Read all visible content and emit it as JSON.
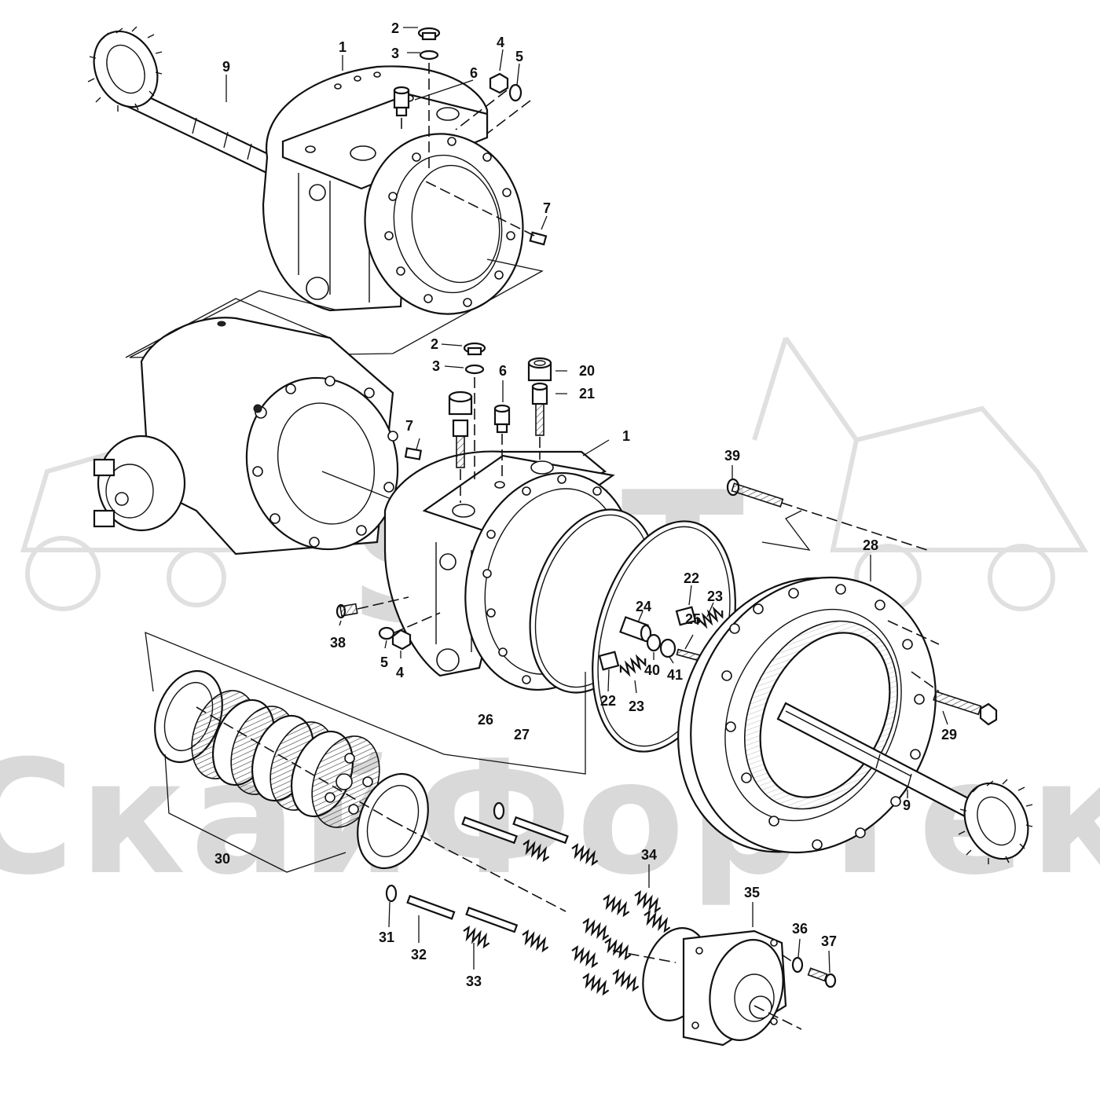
{
  "watermark": {
    "brand_top": "STT",
    "brand_bottom": "СкайФорТек",
    "color": "#d9d9d9"
  },
  "callouts": {
    "c1a": "1",
    "c2a": "2",
    "c3a": "3",
    "c4a": "4",
    "c5a": "5",
    "c6a": "6",
    "c7a": "7",
    "c9a": "9",
    "c2b": "2",
    "c3b": "3",
    "c6b": "6",
    "c7b": "7",
    "c20": "20",
    "c21": "21",
    "c1b": "1",
    "c39": "39",
    "c28": "28",
    "c22a": "22",
    "c23a": "23",
    "c24": "24",
    "c25": "25",
    "c38": "38",
    "c5b": "5",
    "c4b": "4",
    "c40": "40",
    "c41": "41",
    "c22b": "22",
    "c23b": "23",
    "c29": "29",
    "c26": "26",
    "c27": "27",
    "c9b": "9",
    "c30": "30",
    "c34": "34",
    "c35": "35",
    "c36": "36",
    "c37": "37",
    "c31": "31",
    "c32": "32",
    "c33": "33"
  },
  "icons": [
    "gear-icon",
    "bolt-icon",
    "spring-icon",
    "washer-icon",
    "nut-icon",
    "pin-icon"
  ]
}
